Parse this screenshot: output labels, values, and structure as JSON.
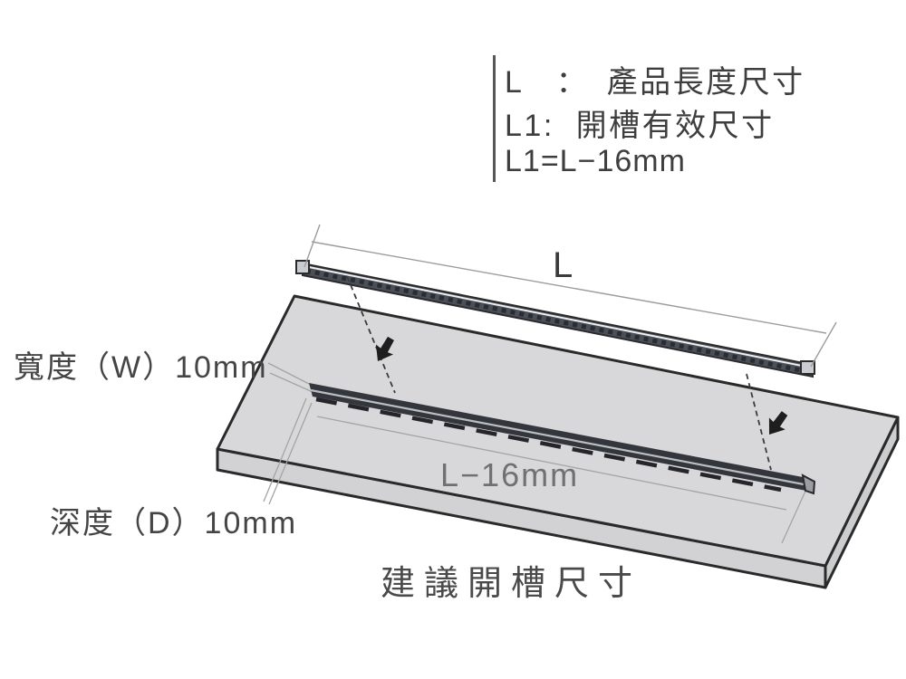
{
  "legend": {
    "line1": "L　：　產品長度尺寸",
    "line2": "L1:  開槽有效尺寸",
    "line3": "L1=L−16mm"
  },
  "labels": {
    "width": "寬度（W）10mm",
    "depth": "深度（D）10mm",
    "length_dim": "L",
    "slot_length_dim": "L−16mm",
    "caption": "建議開槽尺寸"
  },
  "dimensions": {
    "width_value": "10mm",
    "depth_value": "10mm",
    "slot_length_formula": "L1=L−16mm"
  },
  "colors": {
    "board_top": "#d8d8da",
    "board_front": "#d2d2d4",
    "board_right": "#cccdcf",
    "outline": "#2a2a2a",
    "strip_body": "#4a4f58",
    "strip_dots": "#292c32",
    "strip_cap": "#c9cdd1",
    "groove": "#33363c",
    "thin_line": "#a4a4a6",
    "text_dark": "#3e3e3e",
    "text_gray": "#707070"
  },
  "icons": {
    "arrow_left": "insert-direction-arrow",
    "arrow_right": "insert-direction-arrow"
  }
}
